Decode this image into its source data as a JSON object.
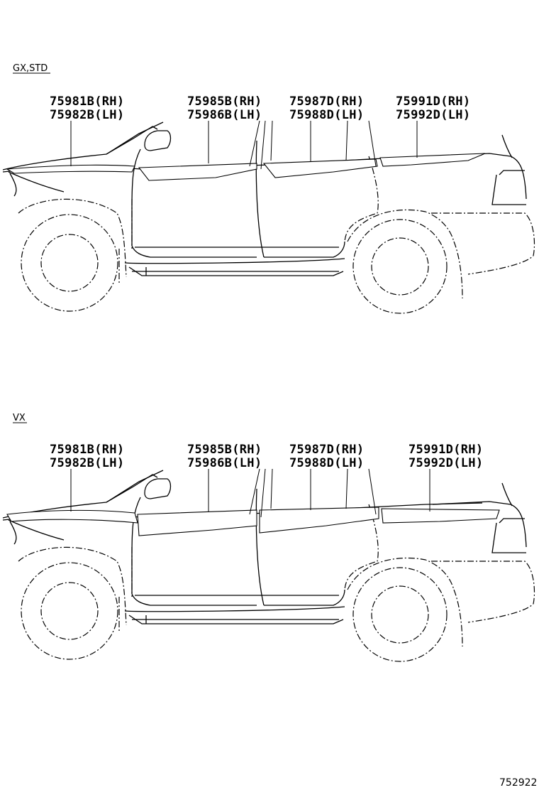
{
  "sections": [
    {
      "label": "GX,STD",
      "callouts": [
        {
          "rh": "75981B(RH)",
          "lh": "75982B(LH)"
        },
        {
          "rh": "75985B(RH)",
          "lh": "75986B(LH)"
        },
        {
          "rh": "75987D(RH)",
          "lh": "75988D(LH)"
        },
        {
          "rh": "75991D(RH)",
          "lh": "75992D(LH)"
        }
      ]
    },
    {
      "label": "VX",
      "callouts": [
        {
          "rh": "75981B(RH)",
          "lh": "75982B(LH)"
        },
        {
          "rh": "75985B(RH)",
          "lh": "75986B(LH)"
        },
        {
          "rh": "75987D(RH)",
          "lh": "75988D(LH)"
        },
        {
          "rh": "75991D(RH)",
          "lh": "75992D(LH)"
        }
      ]
    }
  ],
  "figure_number": "752922"
}
